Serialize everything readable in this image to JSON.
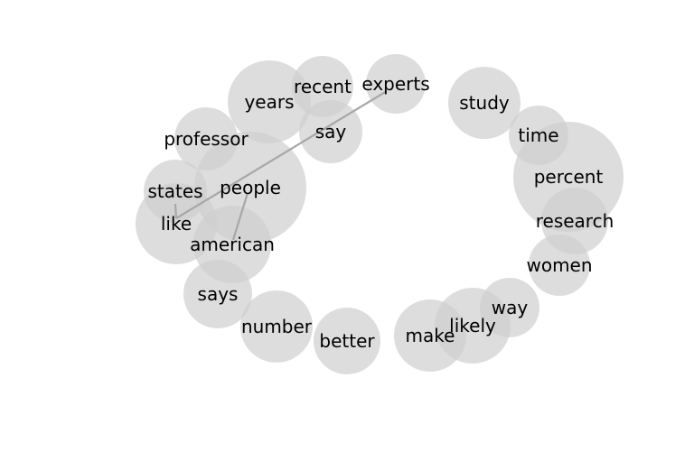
{
  "nodes": [
    {
      "id": "years",
      "label": "years"
    },
    {
      "id": "recent",
      "label": "recent"
    },
    {
      "id": "experts",
      "label": "experts"
    },
    {
      "id": "say",
      "label": "say"
    },
    {
      "id": "study",
      "label": "study"
    },
    {
      "id": "time",
      "label": "time"
    },
    {
      "id": "professor",
      "label": "professor"
    },
    {
      "id": "people",
      "label": "people"
    },
    {
      "id": "percent",
      "label": "percent"
    },
    {
      "id": "states",
      "label": "states"
    },
    {
      "id": "like",
      "label": "like"
    },
    {
      "id": "research",
      "label": "research"
    },
    {
      "id": "american",
      "label": "american"
    },
    {
      "id": "women",
      "label": "women"
    },
    {
      "id": "says",
      "label": "says"
    },
    {
      "id": "way",
      "label": "way"
    },
    {
      "id": "number",
      "label": "number"
    },
    {
      "id": "likely",
      "label": "likely"
    },
    {
      "id": "make",
      "label": "make"
    },
    {
      "id": "better",
      "label": "better"
    }
  ],
  "edges": [
    {
      "from": "like",
      "to": "experts"
    },
    {
      "from": "like",
      "to": "states"
    },
    {
      "from": "people",
      "to": "american"
    }
  ]
}
